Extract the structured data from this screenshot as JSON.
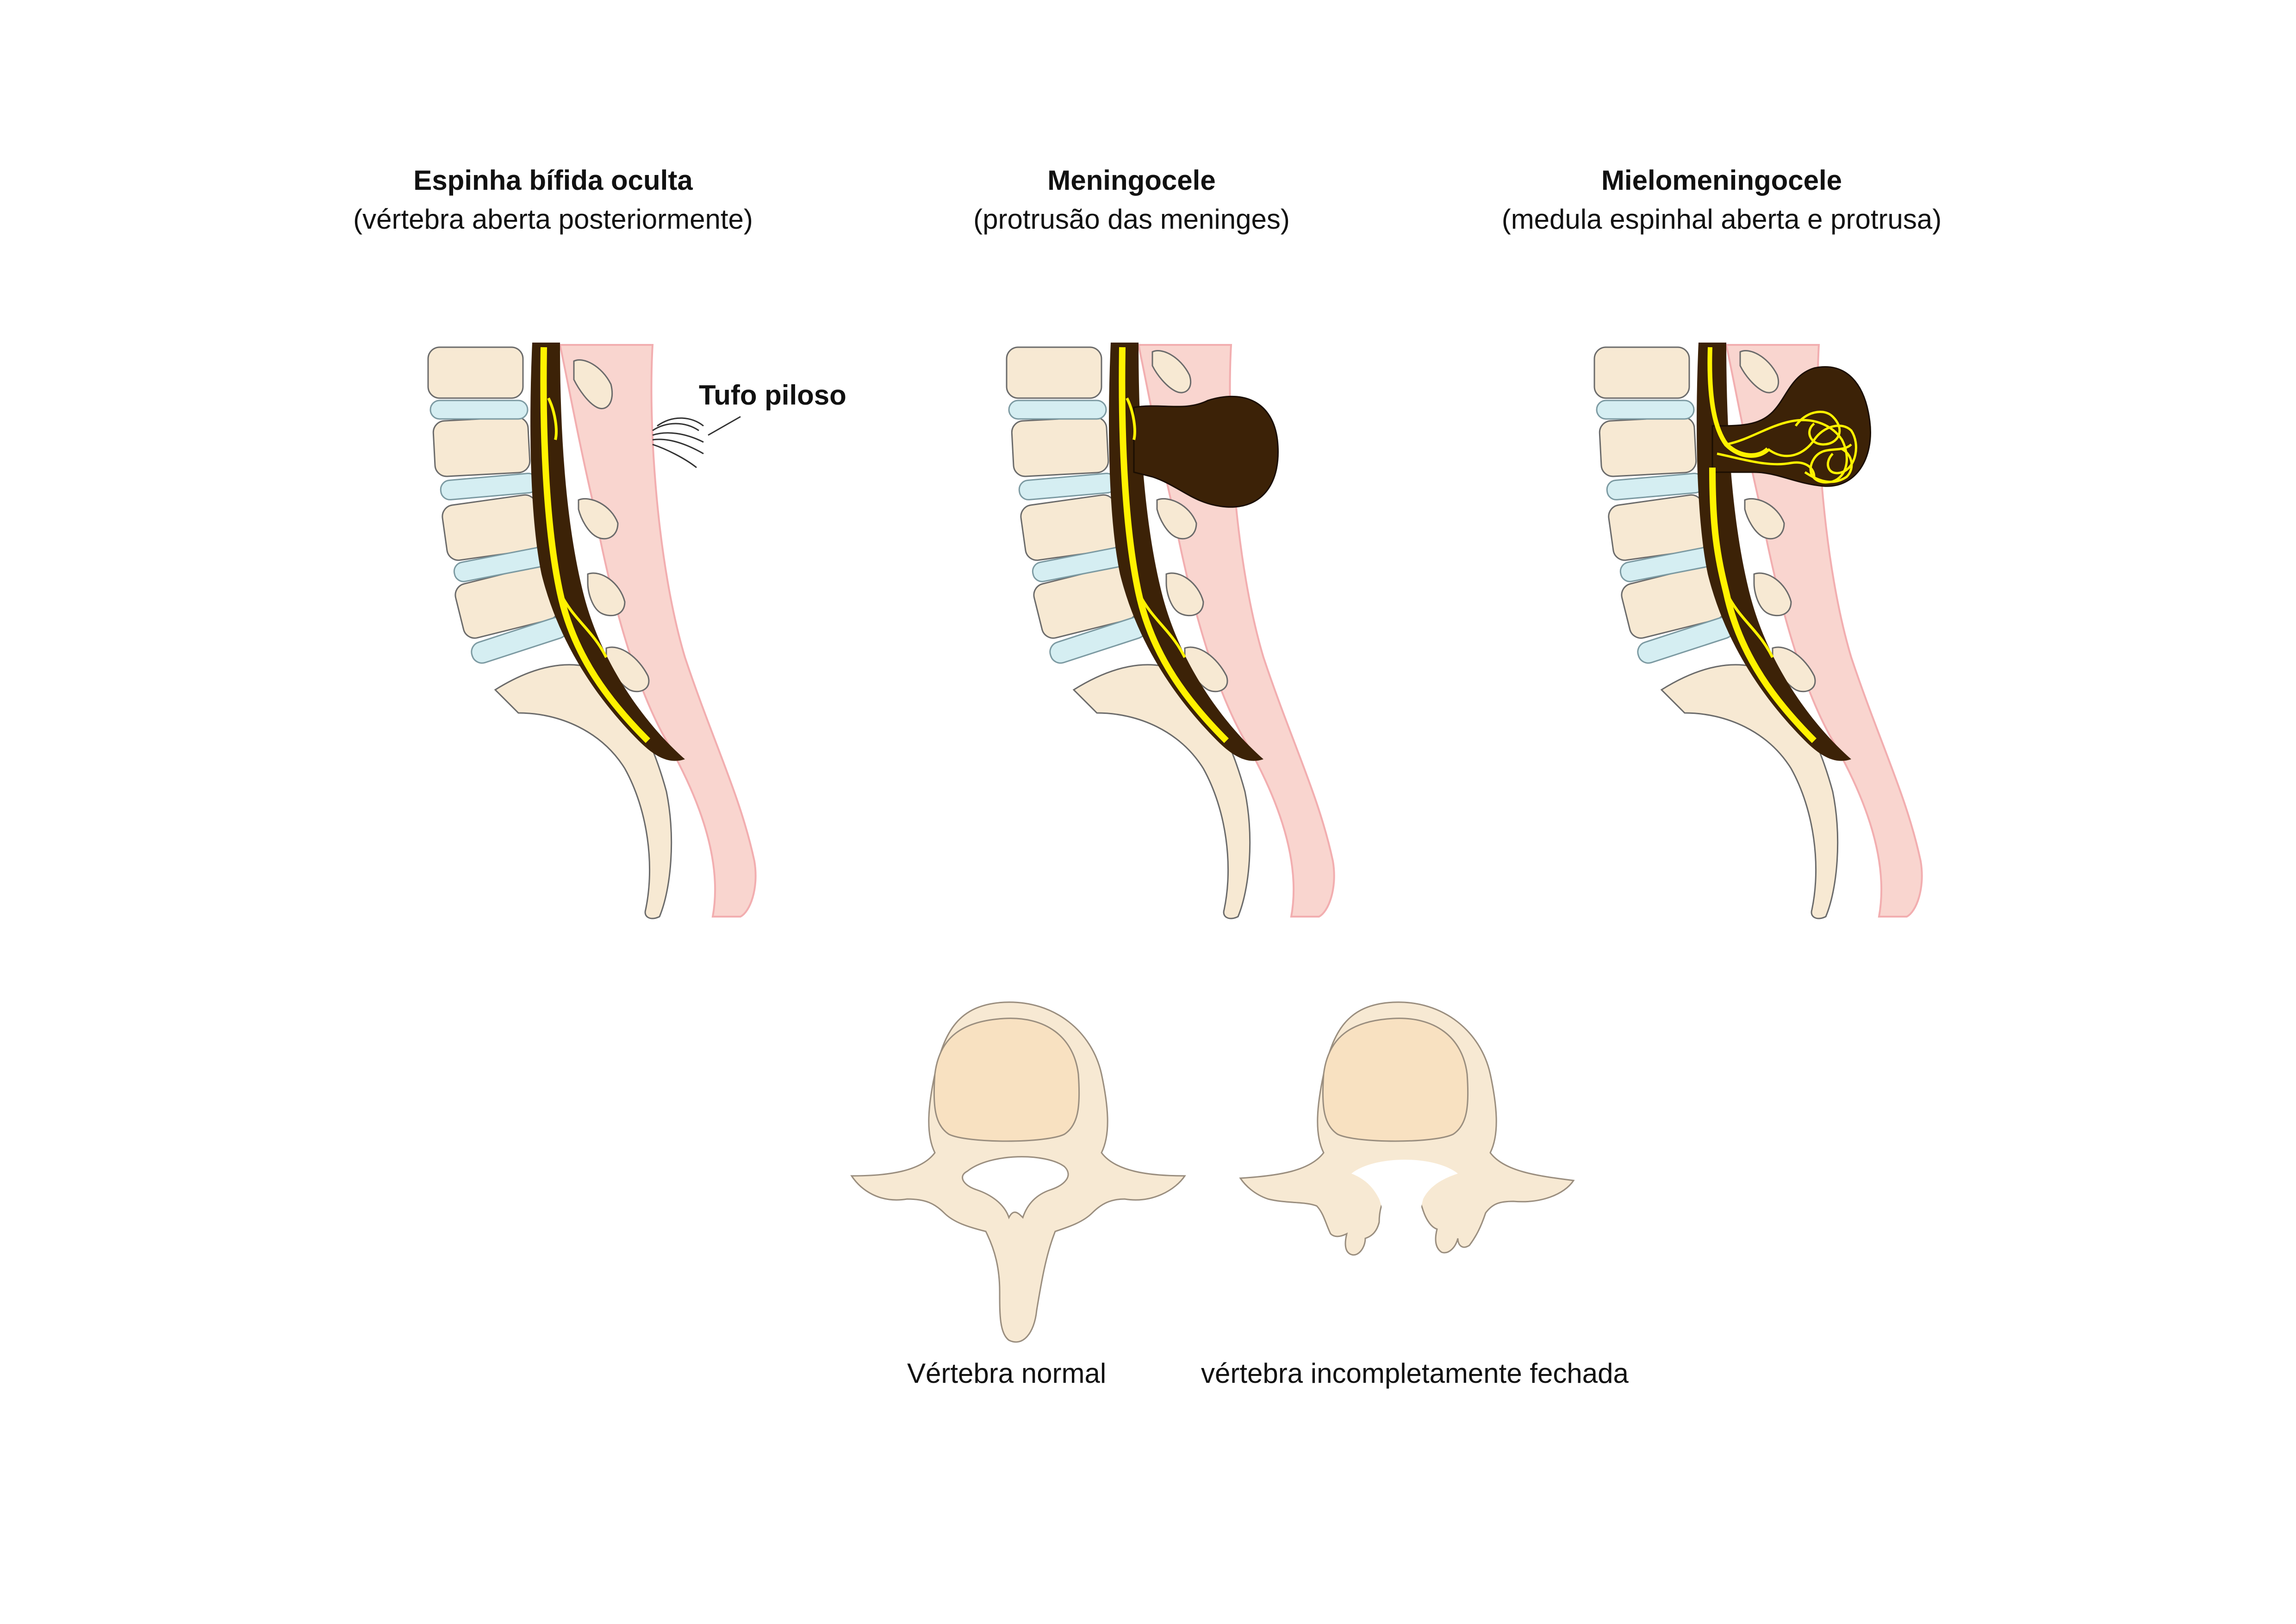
{
  "panels": [
    {
      "title": "Espinha bífida oculta",
      "subtitle": "(vértebra aberta posteriormente)"
    },
    {
      "title": "Meningocele",
      "subtitle": "(protrusão das meninges)"
    },
    {
      "title": "Mielomeningocele",
      "subtitle": "(medula espinhal aberta e protrusa)"
    }
  ],
  "labels": {
    "hair_tuft": "Tufo piloso"
  },
  "vertebrae": {
    "normal_caption": "Vértebra normal",
    "incomplete_caption": "vértebra incompletamente fechada"
  },
  "colors": {
    "bone": "#f7e9d3",
    "bone_body": "#f8e1c1",
    "disc": "#d5eef2",
    "skin": "#f9d5cf",
    "cord_sheath": "#3c2207",
    "nerve": "#fff200"
  }
}
